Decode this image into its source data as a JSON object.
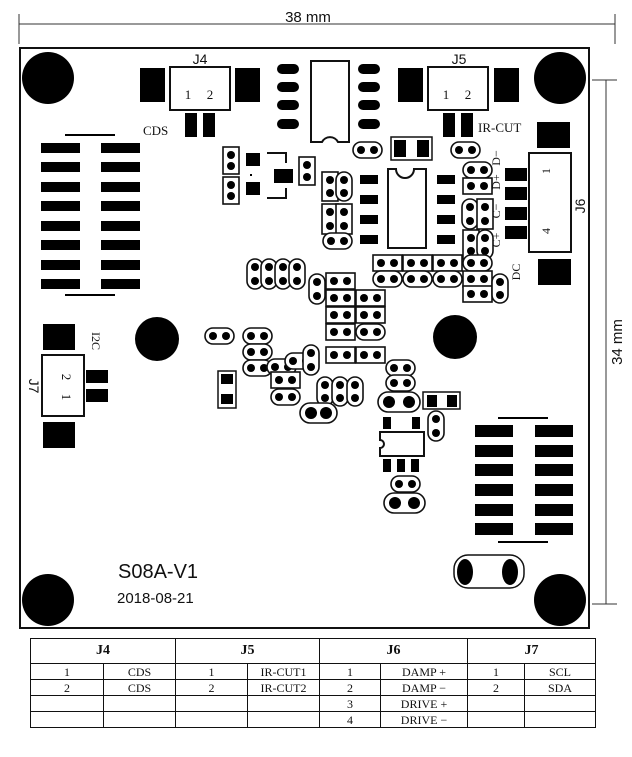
{
  "dimensions": {
    "width_label": "38 mm",
    "height_label": "34 mm"
  },
  "board": {
    "model": "S08A-V1",
    "date": "2018-08-21",
    "connectors": [
      {
        "ref": "J4",
        "pin1": "1",
        "pin2": "2",
        "function_label": "CDS"
      },
      {
        "ref": "J5",
        "pin1": "1",
        "pin2": "2",
        "function_label": "IR-CUT"
      },
      {
        "ref": "J6",
        "pin1": "1",
        "pin4": "4"
      },
      {
        "ref": "J7",
        "pin1": "1",
        "pin2": "2",
        "function_label": "I2C"
      }
    ],
    "side_labels": {
      "d_minus": "D−",
      "d_plus": "D+",
      "c_minus": "C−",
      "c_plus": "C+",
      "dc": "DC"
    }
  },
  "pin_table": {
    "groups": [
      "J4",
      "J5",
      "J6",
      "J7"
    ],
    "rows": [
      [
        "1",
        "CDS",
        "1",
        "IR-CUT1",
        "1",
        "DAMP  +",
        "1",
        "SCL"
      ],
      [
        "2",
        "CDS",
        "2",
        "IR-CUT2",
        "2",
        "DAMP  −",
        "2",
        "SDA"
      ],
      [
        "",
        "",
        "",
        "",
        "3",
        "DRIVE +",
        "",
        ""
      ],
      [
        "",
        "",
        "",
        "",
        "4",
        "DRIVE −",
        "",
        ""
      ]
    ]
  },
  "colors": {
    "ink": "#111111",
    "background": "#ffffff"
  }
}
